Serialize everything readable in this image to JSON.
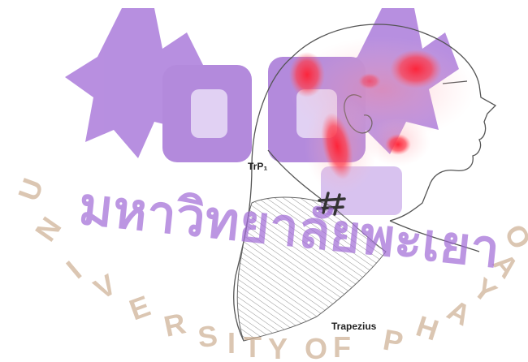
{
  "labels": {
    "trigger_point": "TrP₁",
    "muscle": "Trapezius"
  },
  "watermark": {
    "text": "UNIVERSITY OF PHAYAO",
    "thai_text": "มหาวิทยาลัยพะเยา",
    "color": "#c9a88a",
    "emblem_color": "#8b5cc4"
  },
  "colors": {
    "pain_referral": "#ff2a3a",
    "outline": "#555555",
    "trigger_mark": "#333333"
  }
}
